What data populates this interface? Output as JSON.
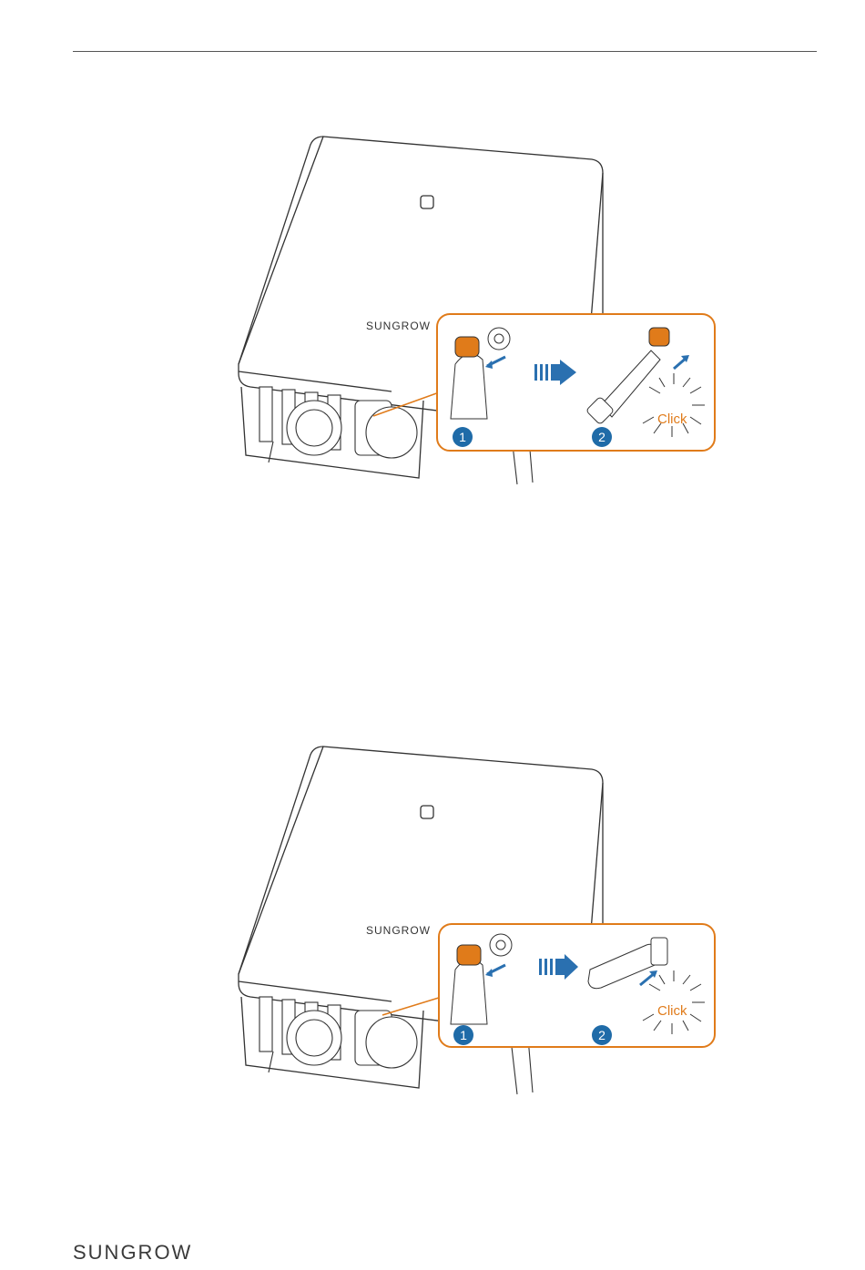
{
  "figures": [
    {
      "brand": "SUNGROW",
      "steps": [
        "1",
        "2"
      ],
      "callout_text": "Click",
      "device": "wifi-module-antenna"
    },
    {
      "brand": "SUNGROW",
      "steps": [
        "1",
        "2"
      ],
      "callout_text": "Click",
      "device": "usb-dongle"
    }
  ],
  "footer": {
    "logo": "SUNGROW"
  },
  "colors": {
    "accent_orange": "#E07B1A",
    "step_blue": "#1F6BA8",
    "arrow_blue": "#2A70B0",
    "line": "#333333"
  }
}
